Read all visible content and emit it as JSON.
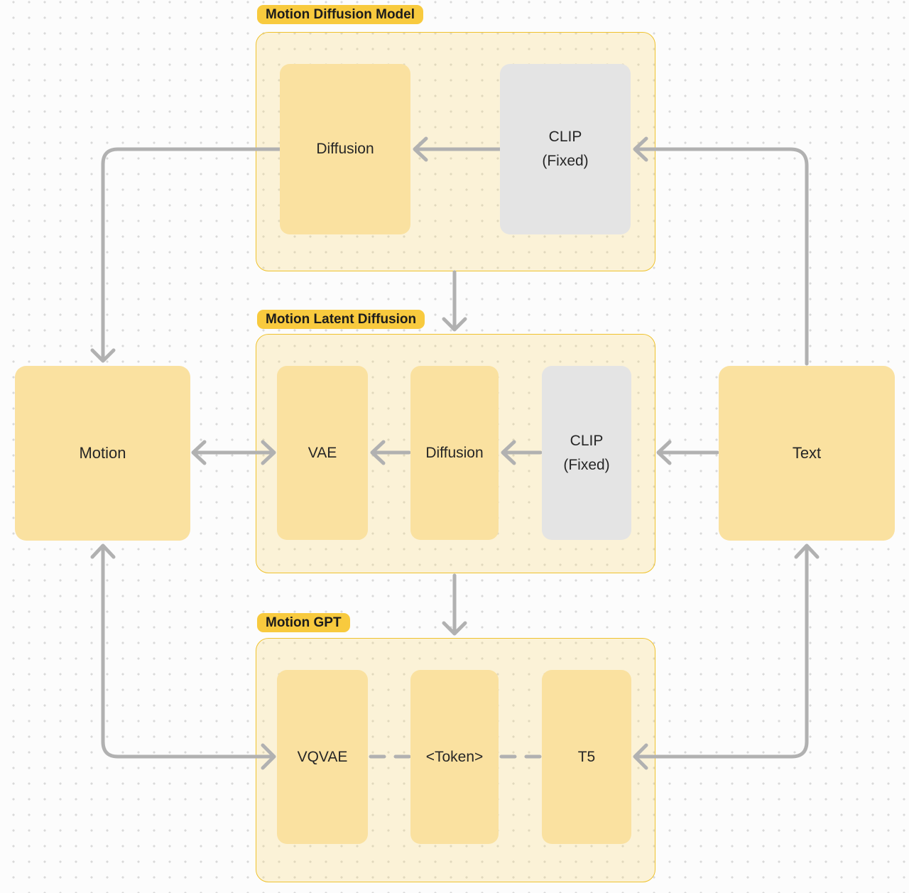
{
  "colors": {
    "canvas_bg": "#FCFCFC",
    "dot": "#D9D9D9",
    "badge_bg": "#F8CA3E",
    "badge_text": "#1C1C1C",
    "container_border": "#EFC22E",
    "container_bg": "rgba(247, 216, 120, 0.28)",
    "block_yellow": "#FAE1A0",
    "block_gray": "#E4E4E4",
    "block_text": "#262626",
    "arrow": "#B1B1B1"
  },
  "groups": [
    {
      "badge": "Motion Diffusion Model"
    },
    {
      "badge": "Motion Latent Diffusion"
    },
    {
      "badge": "Motion GPT"
    }
  ],
  "nodes": {
    "motion": {
      "label": "Motion"
    },
    "text": {
      "label": "Text"
    },
    "mdm_diffusion": {
      "label": "Diffusion"
    },
    "mdm_clip": {
      "label": "CLIP",
      "label2": "(Fixed)"
    },
    "mld_vae": {
      "label": "VAE"
    },
    "mld_diffusion": {
      "label": "Diffusion"
    },
    "mld_clip": {
      "label": "CLIP",
      "label2": "(Fixed)"
    },
    "gpt_vqvae": {
      "label": "VQVAE"
    },
    "gpt_token": {
      "label": "<Token>"
    },
    "gpt_t5": {
      "label": "T5"
    }
  }
}
